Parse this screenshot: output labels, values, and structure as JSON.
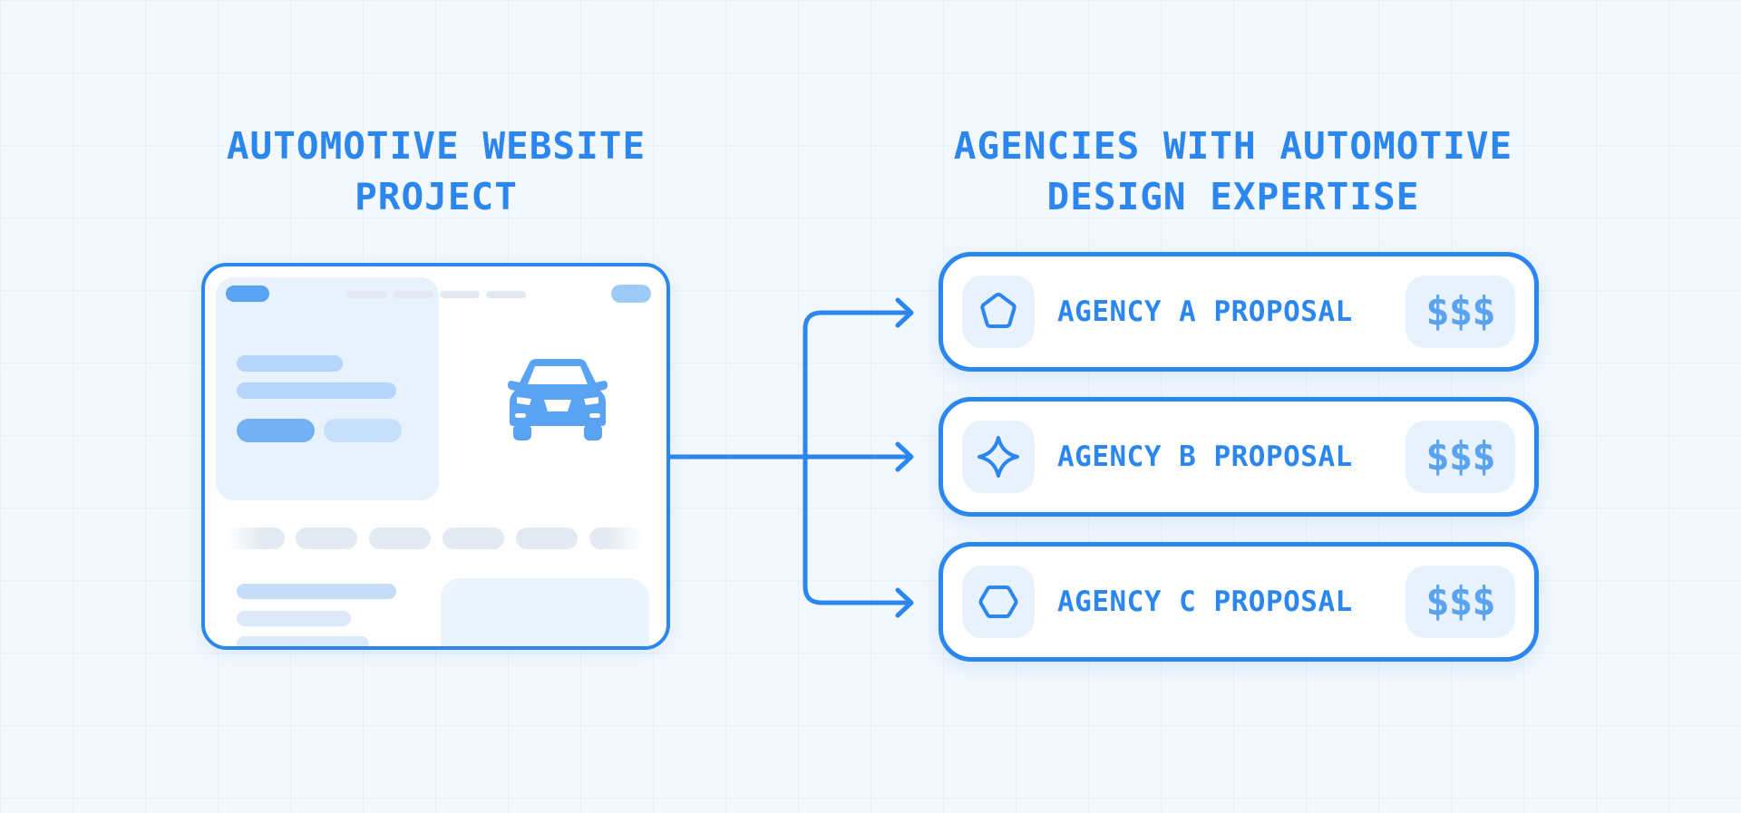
{
  "headings": {
    "left": "AUTOMOTIVE WEBSITE PROJECT",
    "right": "AGENCIES WITH AUTOMOTIVE DESIGN EXPERTISE"
  },
  "mockup": {
    "hero_icon": "car-icon"
  },
  "proposals": [
    {
      "label": "AGENCY A PROPOSAL",
      "price": "$$$",
      "icon": "pentagon-icon"
    },
    {
      "label": "AGENCY B PROPOSAL",
      "price": "$$$",
      "icon": "sparkle-icon"
    },
    {
      "label": "AGENCY C PROPOSAL",
      "price": "$$$",
      "icon": "hexagon-icon"
    }
  ],
  "colors": {
    "accent": "#2b86ef",
    "accent_light": "#5aa2f2",
    "panel": "#e7f2fd",
    "background": "#f3f8fd"
  }
}
